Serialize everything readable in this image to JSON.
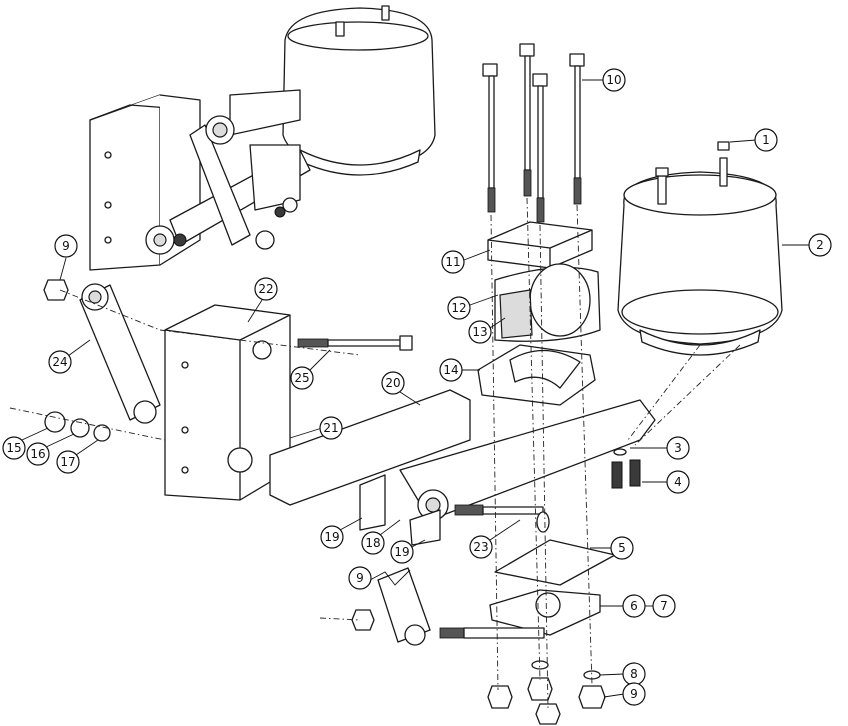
{
  "callouts": [
    {
      "label": "1"
    },
    {
      "label": "2"
    },
    {
      "label": "3"
    },
    {
      "label": "4"
    },
    {
      "label": "5"
    },
    {
      "label": "6"
    },
    {
      "label": "7"
    },
    {
      "label": "8"
    },
    {
      "label": "9"
    },
    {
      "label": "9"
    },
    {
      "label": "9"
    },
    {
      "label": "10"
    },
    {
      "label": "11"
    },
    {
      "label": "12"
    },
    {
      "label": "13"
    },
    {
      "label": "14"
    },
    {
      "label": "15"
    },
    {
      "label": "16"
    },
    {
      "label": "17"
    },
    {
      "label": "18"
    },
    {
      "label": "19"
    },
    {
      "label": "19"
    },
    {
      "label": "20"
    },
    {
      "label": "21"
    },
    {
      "label": "22"
    },
    {
      "label": "23"
    },
    {
      "label": "24"
    },
    {
      "label": "25"
    }
  ]
}
